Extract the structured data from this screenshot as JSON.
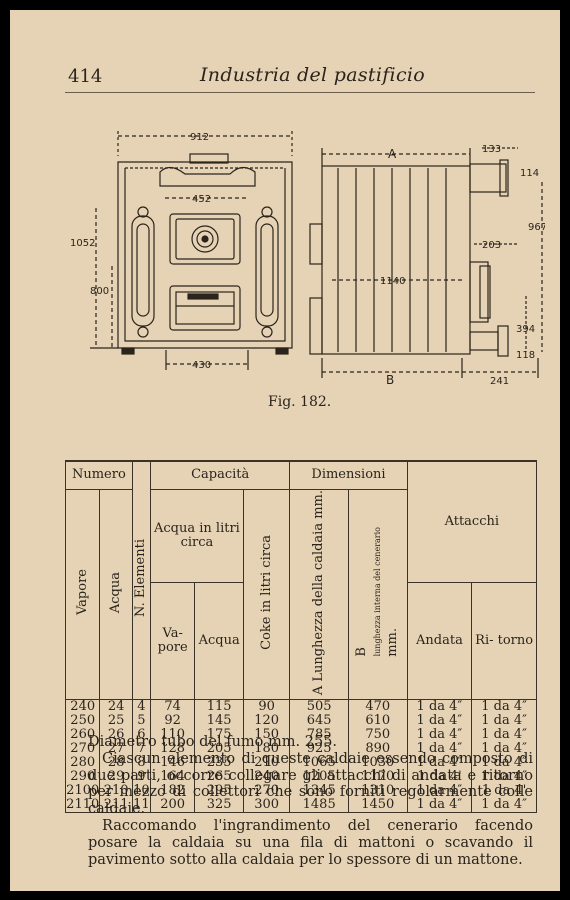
{
  "header": {
    "page_number": "414",
    "title": "Industria del pastificio"
  },
  "figure": {
    "caption": "Fig. 182.",
    "dims": {
      "d912": "912",
      "d452": "452",
      "d1052": "1052",
      "d800": "800",
      "d430": "430",
      "A": "A",
      "B": "B",
      "d133": "133",
      "d114": "114",
      "d967": "967",
      "d203": "203",
      "d1140": "1140",
      "d394": "394",
      "d118": "118",
      "d241": "241"
    }
  },
  "table": {
    "headers": {
      "numero": "Numero",
      "vapore": "Vapore",
      "acqua": "Acqua",
      "elementi": "N. Elementi",
      "capacita": "Capacità",
      "acqua_litri": "Acqua in litri circa",
      "va_pore": "Va- pore",
      "acqua2": "Acqua",
      "coke": "Coke in litri circa",
      "dimensioni": "Dimensioni",
      "lunghezza": "A Lunghezza della caldaia mm.",
      "b_letter": "B",
      "b_small": "lunghezza interna del cenerario",
      "b_mm": "mm.",
      "attacchi": "Attacchi",
      "andata": "Andata",
      "ritorno": "Ri- torno"
    },
    "rows": {
      "num_vapore": "240\n250\n260\n270\n280\n290\n2100\n2110",
      "num_acqua": "24\n25\n26\n27\n28\n29\n210\n211",
      "elementi": "4\n5\n6\n7\n8\n9\n10\n11",
      "cap_vapore": "74\n92\n110\n128\n146\n164\n182\n200",
      "cap_acqua": "115\n145\n175\n205\n235\n265\n295\n325",
      "coke": "90\n120\n150\n180\n210\n240\n270\n300",
      "dim_a": "505\n645\n785\n925\n1065\n1205\n1345\n1485",
      "dim_b": "470\n610\n750\n890\n1030\n1170\n1310\n1450",
      "andata": "1 da 4″\n1 da 4″\n1 da 4″\n1 da 4″\n1 da 4″\n1 da 4'\n1 da 4″\n1 da 4″",
      "ritorno": "1 da 4″\n1 da 4″\n1 da 4″\n1 da 4″\n1 da 4″\n1 da 4″\n1 da 4'\n1 da 4″"
    }
  },
  "body_text": {
    "p1": "Diametro tubo del fumo mm. 255.",
    "p2": "Ciascun elemento di queste caldaie essendo composto di due parti, occorre collegare gli attacchi di andata e ritorno per mezzo di collettori che sono forniti regolarmente colle caldaie.",
    "p3": "Raccomando l'ingrandimento del cenerario facendo posare la caldaia su una fila di mattoni o scavando il pavimento sotto alla caldaia per lo spessore di un mattone."
  }
}
